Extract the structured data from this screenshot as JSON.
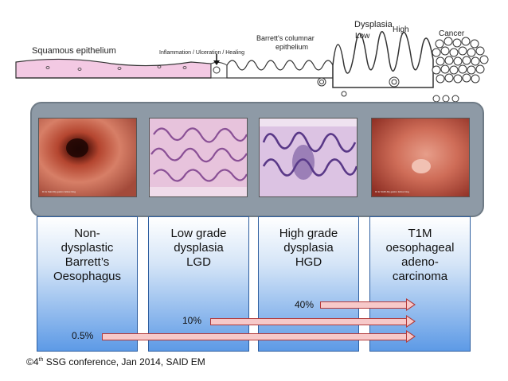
{
  "schematic": {
    "squamous": "Squamous epithelium",
    "inflammation": "Inflammation / Ulceration / Healing",
    "barretts_line1": "Barrett's columnar",
    "barretts_line2": "epithelium",
    "dysplasia": "Dysplasia",
    "low": "Low",
    "high": "High",
    "cancer": "Cancer"
  },
  "photos": [
    {
      "name": "endoscopy-non-dysplastic",
      "credit": "Dr E Said-My gastro fellow blog"
    },
    {
      "name": "histology-lgd",
      "credit": ""
    },
    {
      "name": "histology-hgd",
      "credit": ""
    },
    {
      "name": "endoscopy-t1m",
      "credit": "Dr E SAID-My gastro fellow blog"
    }
  ],
  "stages": [
    {
      "label": "Non-\ndysplastic\nBarrett’s\nOesophagus"
    },
    {
      "label": "Low grade\ndysplasia\nLGD"
    },
    {
      "label": "High grade\ndysplasia\nHGD"
    },
    {
      "label": "T1M\noesophageal\nadeno-\ncarcinoma"
    }
  ],
  "risks": [
    {
      "label": "40%",
      "from_stage": "HGD",
      "to_stage": "T1M oesophageal adenocarcinoma"
    },
    {
      "label": "10%",
      "from_stage": "LGD",
      "to_stage": "T1M oesophageal adenocarcinoma"
    },
    {
      "label": "0.5%",
      "from_stage": "Non-dysplastic Barrett’s Oesophagus",
      "to_stage": "T1M oesophageal adenocarcinoma"
    }
  ],
  "footer": {
    "copyright": "©4",
    "sup": "th",
    "rest": " SSG conference, Jan 2014, SAID EM"
  },
  "colors": {
    "arrow_fill": "#f7c9c9",
    "arrow_border": "#b23a3a",
    "stage_blue": "#5d9ae6",
    "frame_grey": "#8e9aa6",
    "tissue_pink": "#f3c9e3"
  }
}
